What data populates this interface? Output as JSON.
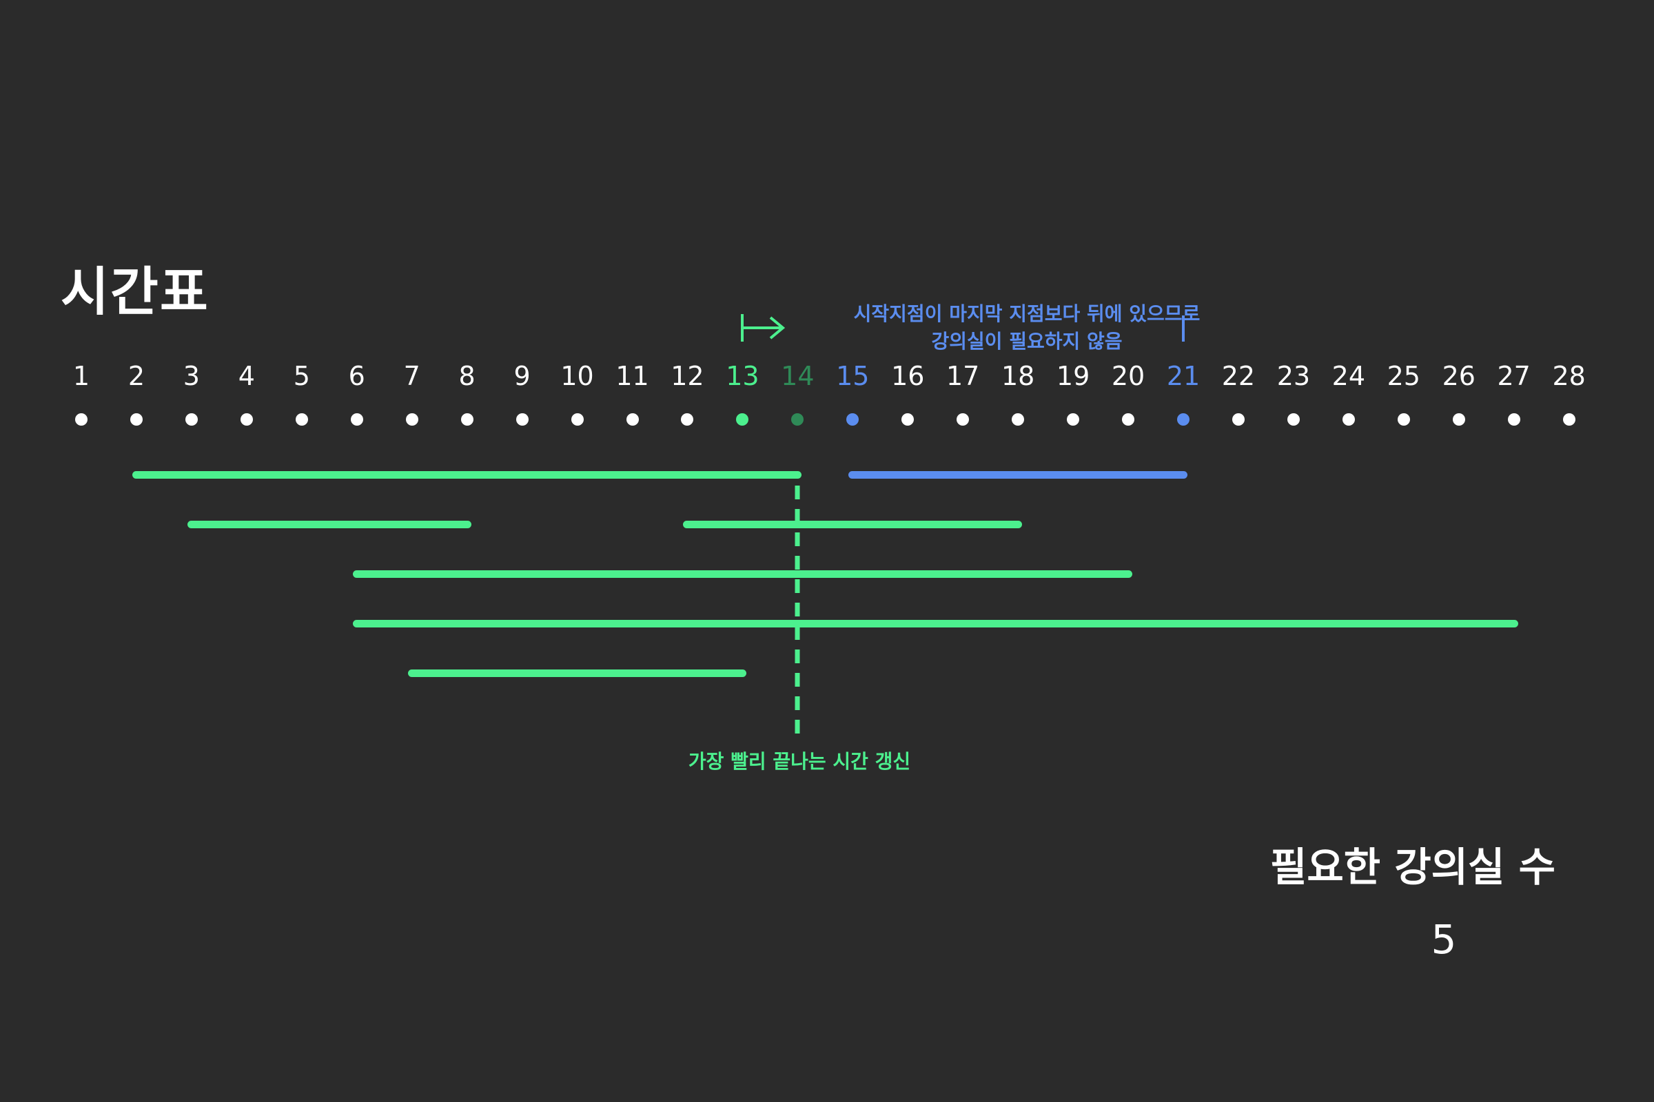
{
  "title": "시간표",
  "timeline": {
    "ticks": [
      1,
      2,
      3,
      4,
      5,
      6,
      7,
      8,
      9,
      10,
      11,
      12,
      13,
      14,
      15,
      16,
      17,
      18,
      19,
      20,
      21,
      22,
      23,
      24,
      25,
      26,
      27,
      28
    ],
    "highlighted": [
      {
        "value": 13,
        "color": "#4cf08e"
      },
      {
        "value": 14,
        "color": "#2f8a57"
      },
      {
        "value": 15,
        "color": "#5b8def"
      },
      {
        "value": 21,
        "color": "#5b8def"
      }
    ]
  },
  "intervals": [
    {
      "start": 2,
      "end": 14,
      "color": "#4cf08e"
    },
    {
      "start": 15,
      "end": 21,
      "color": "#5b8def"
    },
    {
      "start": 3,
      "end": 8,
      "color": "#4cf08e"
    },
    {
      "start": 12,
      "end": 18,
      "color": "#4cf08e"
    },
    {
      "start": 6,
      "end": 20,
      "color": "#4cf08e"
    },
    {
      "start": 6,
      "end": 27,
      "color": "#4cf08e"
    },
    {
      "start": 7,
      "end": 13,
      "color": "#4cf08e"
    }
  ],
  "annotations": {
    "condition_line1": "시작지점이 마지막 지점보다 뒤에 있으므로",
    "condition_line2": "강의실이 필요하지 않음",
    "earliest_end": "가장 빨리 끝나는 시간 갱신"
  },
  "result": {
    "label": "필요한 강의실 수",
    "value": "5"
  }
}
